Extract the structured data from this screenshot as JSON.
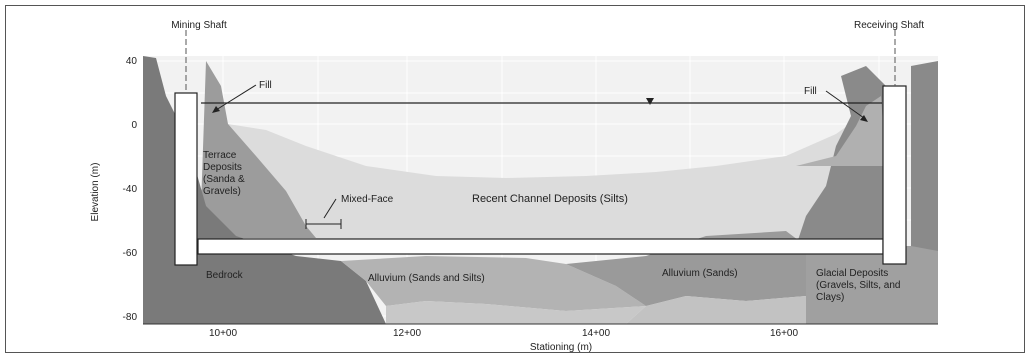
{
  "figure": {
    "xlabel": "Stationing (m)",
    "ylabel": "Elevation (m)",
    "x_ticks": [
      "10+00",
      "12+00",
      "14+00",
      "16+00"
    ],
    "y_ticks": [
      "40",
      "0",
      "-40",
      "-60",
      "-80"
    ],
    "shafts": {
      "left": "Mining Shaft",
      "right": "Receiving Shaft"
    },
    "labels": {
      "fill_left": "Fill",
      "fill_right": "Fill",
      "terrace": [
        "Terrace",
        "Deposits",
        "(Sanda &",
        "Gravels)"
      ],
      "mixed_face": "Mixed-Face",
      "recent_channel": "Recent Channel Deposits (Silts)",
      "bedrock": "Bedrock",
      "alluvium_sands_silts": "Alluvium (Sands and Silts)",
      "alluvium_sands": "Alluvium (Sands)",
      "glacial": [
        "Glacial Deposits",
        "(Gravels, Silts, and",
        "Clays)"
      ]
    },
    "colors": {
      "bedrock": "#7a7a7a",
      "terrace": "#8f8f8f",
      "alluvium": "#a9a9a9",
      "channel": "#d9d9d9",
      "glacial": "#b5b5b5"
    }
  }
}
